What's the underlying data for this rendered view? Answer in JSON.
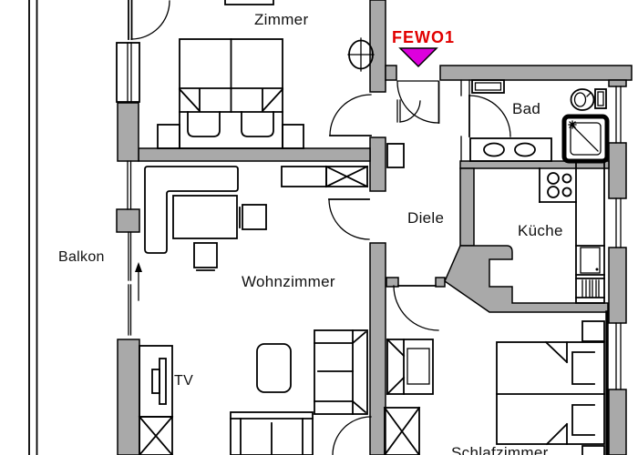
{
  "plan": {
    "marker": {
      "label": "FEWO1"
    },
    "rooms": {
      "zimmer": "Zimmer",
      "bad": "Bad",
      "diele": "Diele",
      "kueche": "Küche",
      "balkon": "Balkon",
      "wohnzimmer": "Wohnzimmer",
      "schlafzimmer": "Schlafzimmer"
    },
    "labels": {
      "tv": "TV"
    },
    "colors": {
      "wall_fill": "#a9a9a9",
      "line": "#000000",
      "marker_text": "#e10000",
      "marker_arrow": "#dd00dd",
      "background": "#ffffff"
    }
  }
}
